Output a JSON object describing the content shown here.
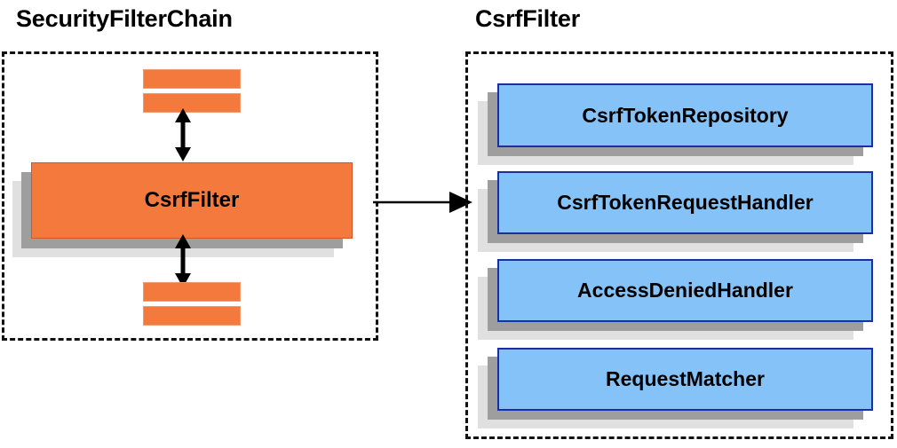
{
  "diagram": {
    "type": "component-relationship-diagram",
    "background_color": "#ffffff",
    "panels": [
      {
        "id": "security-filter-chain",
        "title": "SecurityFilterChain",
        "border_style": "dashed",
        "border_color": "#111111",
        "items": [
          {
            "kind": "unlabeled-filter-bar",
            "label": "",
            "color": "#f4793c"
          },
          {
            "kind": "unlabeled-filter-bar",
            "label": "",
            "color": "#f4793c"
          },
          {
            "kind": "highlighted-filter",
            "label": "CsrfFilter",
            "color": "#f4793c"
          },
          {
            "kind": "unlabeled-filter-bar",
            "label": "",
            "color": "#f4793c"
          },
          {
            "kind": "unlabeled-filter-bar",
            "label": "",
            "color": "#f4793c"
          }
        ]
      },
      {
        "id": "csrf-filter-collaborators",
        "title": "CsrfFilter",
        "border_style": "dashed",
        "border_color": "#111111",
        "items": [
          {
            "kind": "collaborator",
            "label": "CsrfTokenRepository",
            "color": "#85c2f7"
          },
          {
            "kind": "collaborator",
            "label": "CsrfTokenRequestHandler",
            "color": "#85c2f7"
          },
          {
            "kind": "collaborator",
            "label": "AccessDeniedHandler",
            "color": "#85c2f7"
          },
          {
            "kind": "collaborator",
            "label": "RequestMatcher",
            "color": "#85c2f7"
          }
        ]
      }
    ],
    "connectors": [
      {
        "id": "chain-above-csrffilter",
        "style": "double-headed-vertical-arrow",
        "color": "#000000"
      },
      {
        "id": "chain-below-csrffilter",
        "style": "double-headed-vertical-arrow",
        "color": "#000000"
      },
      {
        "id": "csrffilter-to-collaborators",
        "style": "single-headed-horizontal-arrow",
        "color": "#000000"
      }
    ],
    "palette": {
      "orange": "#f4793c",
      "orange_border": "#d9532a",
      "blue": "#85c2f7",
      "blue_border": "#1c2fa0",
      "shadow_mid": "#9e9e9e",
      "shadow_back": "#e0e0e0",
      "text": "#000000"
    }
  }
}
